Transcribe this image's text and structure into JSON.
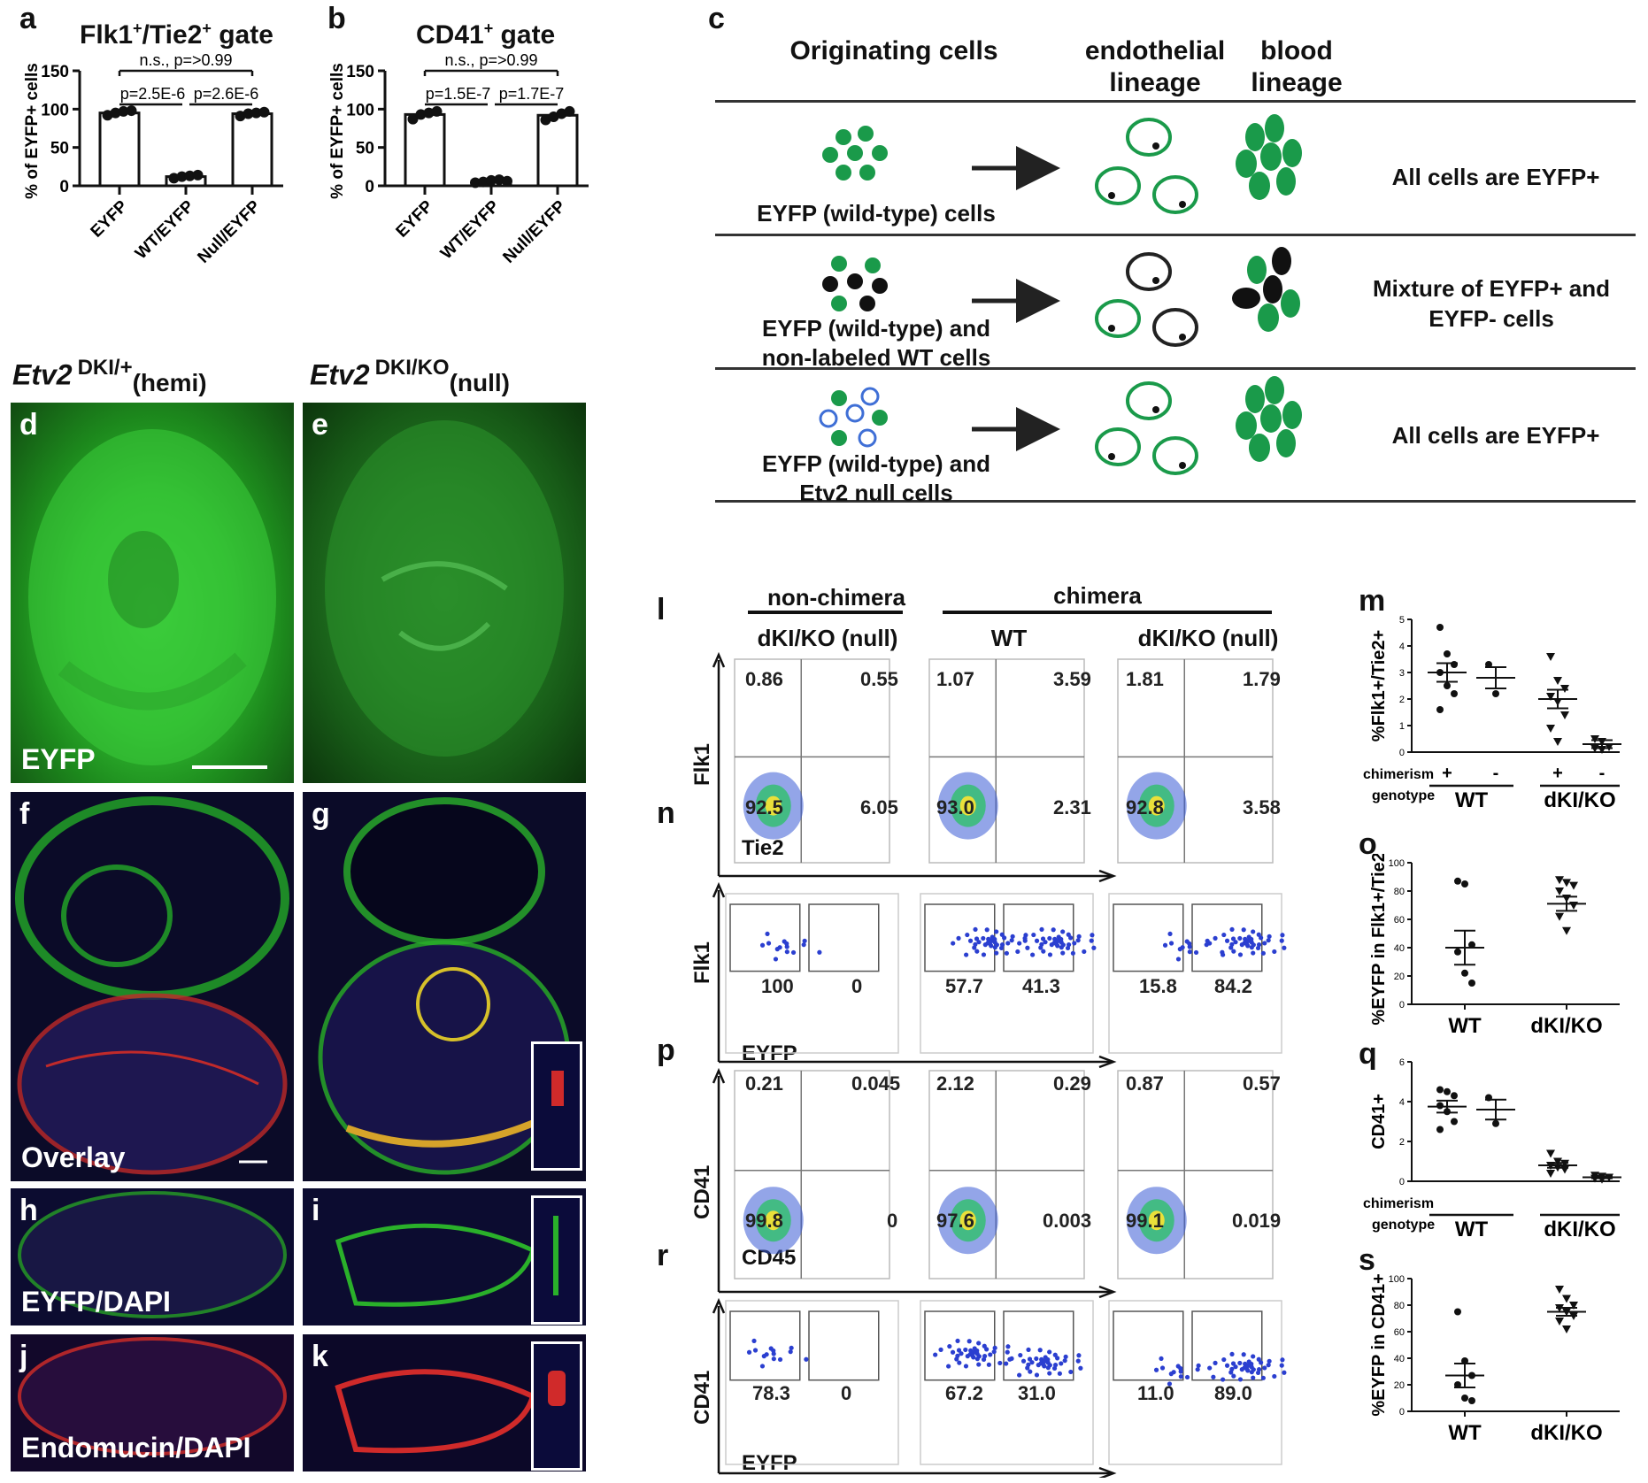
{
  "panels": {
    "a": {
      "letter": "a",
      "title_main": "Flk1",
      "title_sup1": "+",
      "title_mid": "/Tie2",
      "title_sup2": "+",
      "title_end": " gate",
      "ylabel": "% of EYFP+ cells",
      "yticks": [
        "0",
        "50",
        "100",
        "150"
      ],
      "cats": [
        "EYFP",
        "WT/EYFP",
        "Null/EYFP"
      ],
      "sig_top": "n.s., p=>0.99",
      "sig_left": "p=2.5E-6",
      "sig_right": "p=2.6E-6"
    },
    "b": {
      "letter": "b",
      "title_main": "CD41",
      "title_sup": "+",
      "title_end": " gate",
      "ylabel": "% of EYFP+ cells",
      "yticks": [
        "0",
        "50",
        "100",
        "150"
      ],
      "cats": [
        "EYFP",
        "WT/EYFP",
        "Null/EYFP"
      ],
      "sig_top": "n.s., p=>0.99",
      "sig_left": "p=1.5E-7",
      "sig_right": "p=1.7E-7"
    },
    "c": {
      "letter": "c",
      "header_originating": "Originating cells",
      "header_endo": "endothelial lineage",
      "header_blood": "blood lineage",
      "rows": [
        {
          "label": "EYFP (wild-type) cells",
          "result": "All cells are EYFP+"
        },
        {
          "label": "EYFP (wild-type)  and non-labeled WT cells",
          "result": "Mixture of EYFP+ and EYFP- cells"
        },
        {
          "label": "EYFP (wild-type) and Etv2 null cells",
          "result": "All cells are EYFP+"
        }
      ]
    },
    "micro": {
      "left_header_gene": "Etv2",
      "left_header_sup": "DKI/+",
      "left_header_sub": "(hemi)",
      "right_header_gene": "Etv2",
      "right_header_sup": "DKI/KO",
      "right_header_sub": "(null)",
      "d": "d",
      "e": "e",
      "f": "f",
      "g": "g",
      "h": "h",
      "i": "i",
      "j": "j",
      "k": "k",
      "label_eyfp": "EYFP",
      "label_overlay": "Overlay",
      "label_eyfp_dapi": "EYFP/DAPI",
      "label_endomucin": "Endomucin/DAPI"
    },
    "facs": {
      "l": "l",
      "n": "n",
      "p": "p",
      "r": "r",
      "non_chimera": "non-chimera",
      "chimera": "chimera",
      "col_titles": [
        "dKI/KO (null)",
        "WT",
        "dKI/KO (null)"
      ],
      "l_values": [
        [
          "0.86",
          "0.55",
          "92.5",
          "6.05"
        ],
        [
          "1.07",
          "3.59",
          "93.0",
          "2.31"
        ],
        [
          "1.81",
          "1.79",
          "92.8",
          "3.58"
        ]
      ],
      "n_values": [
        [
          "100",
          "0"
        ],
        [
          "57.7",
          "41.3"
        ],
        [
          "15.8",
          "84.2"
        ]
      ],
      "p_values": [
        [
          "0.21",
          "0.045",
          "99.8",
          "0"
        ],
        [
          "2.12",
          "0.29",
          "97.6",
          "0.003"
        ],
        [
          "0.87",
          "0.57",
          "99.1",
          "0.019"
        ]
      ],
      "r_values": [
        [
          "78.3",
          "0"
        ],
        [
          "67.2",
          "31.0"
        ],
        [
          "11.0",
          "89.0"
        ]
      ],
      "ax_flk1": "Flk1",
      "ax_tie2": "Tie2",
      "ax_eyfp": "EYFP",
      "ax_cd41": "CD41",
      "ax_cd45": "CD45"
    },
    "m": {
      "letter": "m",
      "ylabel": "%Flk1+/Tie2+",
      "yticks": [
        "0",
        "1",
        "2",
        "3",
        "4",
        "5"
      ],
      "chimerism": "chimerism",
      "genotype": "genotype",
      "signs": [
        "+",
        "-",
        "+",
        "-"
      ],
      "groups": [
        "WT",
        "dKI/KO"
      ]
    },
    "o": {
      "letter": "o",
      "ylabel": "%EYFP in Flk1+/Tie2+",
      "yticks": [
        "0",
        "20",
        "40",
        "60",
        "80",
        "100"
      ],
      "groups": [
        "WT",
        "dKI/KO"
      ]
    },
    "q": {
      "letter": "q",
      "ylabel": "CD41+",
      "yticks": [
        "0",
        "2",
        "4",
        "6"
      ],
      "chimerism": "chimerism",
      "genotype": "genotype",
      "groups": [
        "WT",
        "dKI/KO"
      ]
    },
    "s": {
      "letter": "s",
      "ylabel": "%EYFP in CD41+",
      "yticks": [
        "0",
        "20",
        "40",
        "60",
        "80",
        "100"
      ],
      "groups": [
        "WT",
        "dKI/KO"
      ]
    }
  },
  "chart_data": [
    {
      "type": "bar",
      "id": "a",
      "categories": [
        "EYFP",
        "WT/EYFP",
        "Null/EYFP"
      ],
      "values": [
        95,
        12,
        94
      ],
      "ylim": [
        0,
        150
      ],
      "points": [
        [
          92,
          95,
          97,
          98
        ],
        [
          10,
          12,
          13,
          14
        ],
        [
          91,
          94,
          95,
          96
        ]
      ]
    },
    {
      "type": "bar",
      "id": "b",
      "categories": [
        "EYFP",
        "WT/EYFP",
        "Null/EYFP"
      ],
      "values": [
        93,
        6,
        92
      ],
      "ylim": [
        0,
        150
      ],
      "points": [
        [
          87,
          93,
          95,
          97
        ],
        [
          4,
          5,
          7,
          8,
          6
        ],
        [
          86,
          90,
          94,
          97
        ]
      ]
    },
    {
      "type": "scatter",
      "id": "m",
      "categories": [
        "WT+",
        "WT-",
        "dKI/KO+",
        "dKI/KO-"
      ],
      "ylim": [
        0,
        5
      ],
      "means": [
        3.0,
        2.8,
        2.0,
        0.3
      ],
      "sem": [
        0.35,
        0.4,
        0.35,
        0.15
      ],
      "points": [
        [
          4.7,
          3.7,
          3.3,
          3.0,
          2.5,
          2.2,
          1.6
        ],
        [
          3.3,
          2.2
        ],
        [
          3.6,
          2.7,
          2.4,
          2.1,
          1.9,
          1.4,
          0.9,
          0.4
        ],
        [
          0.5,
          0.4,
          0.2,
          0.15,
          0.1
        ]
      ]
    },
    {
      "type": "scatter",
      "id": "o",
      "categories": [
        "WT",
        "dKI/KO"
      ],
      "ylim": [
        0,
        100
      ],
      "means": [
        40,
        71
      ],
      "sem": [
        12,
        5
      ],
      "points": [
        [
          87,
          85,
          42,
          37,
          22,
          15
        ],
        [
          88,
          86,
          84,
          80,
          75,
          70,
          62,
          52
        ]
      ]
    },
    {
      "type": "scatter",
      "id": "q",
      "categories": [
        "WT+",
        "WT-",
        "dKI/KO+",
        "dKI/KO-"
      ],
      "ylim": [
        0,
        6
      ],
      "means": [
        3.75,
        3.6,
        0.8,
        0.2
      ],
      "sem": [
        0.3,
        0.5,
        0.12,
        0.05
      ],
      "points": [
        [
          4.6,
          4.5,
          4.3,
          3.8,
          3.5,
          3.0,
          2.6
        ],
        [
          4.2,
          2.9
        ],
        [
          1.4,
          1.0,
          0.9,
          0.8,
          0.7,
          0.6,
          0.4
        ],
        [
          0.3,
          0.25,
          0.2,
          0.15,
          0.1
        ]
      ]
    },
    {
      "type": "scatter",
      "id": "s",
      "categories": [
        "WT",
        "dKI/KO"
      ],
      "ylim": [
        0,
        100
      ],
      "means": [
        27,
        75
      ],
      "sem": [
        9,
        3
      ],
      "points": [
        [
          75,
          38,
          27,
          20,
          10,
          8
        ],
        [
          92,
          85,
          80,
          78,
          75,
          72,
          68,
          62
        ]
      ]
    }
  ]
}
